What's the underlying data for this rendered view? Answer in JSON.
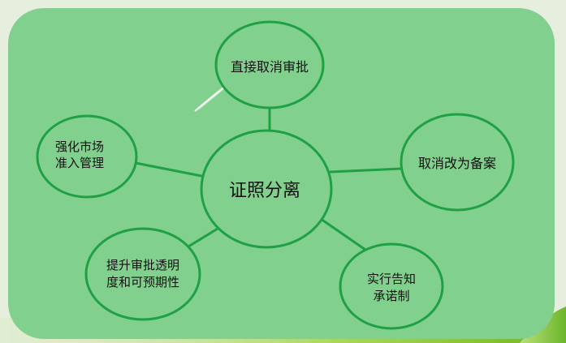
{
  "diagram": {
    "center": {
      "label": "证照分离"
    },
    "nodes": [
      {
        "id": "top",
        "lines": [
          "直接取消审批"
        ]
      },
      {
        "id": "right",
        "lines": [
          "取消改为备案"
        ]
      },
      {
        "id": "bottom-right",
        "lines": [
          "实行告知",
          "承诺制"
        ]
      },
      {
        "id": "bottom-left",
        "lines": [
          "提升审批透明",
          "度和可预期性"
        ]
      },
      {
        "id": "left",
        "lines": [
          "强化市场",
          "准入管理"
        ]
      }
    ]
  },
  "colors": {
    "panel": "#82d08e",
    "node_fill": "#82d08e",
    "stroke": "#1fa045",
    "accent_lime": "#7cc32a",
    "background": "#e6eedd"
  }
}
